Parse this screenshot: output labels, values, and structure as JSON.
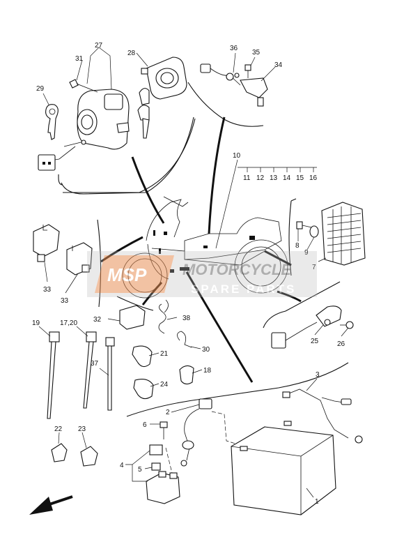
{
  "callouts": [
    {
      "id": "c27",
      "text": "27"
    },
    {
      "id": "c28",
      "text": "28"
    },
    {
      "id": "c31",
      "text": "31"
    },
    {
      "id": "c29",
      "text": "29"
    },
    {
      "id": "c36",
      "text": "36"
    },
    {
      "id": "c35",
      "text": "35"
    },
    {
      "id": "c34",
      "text": "34"
    },
    {
      "id": "c10",
      "text": "10"
    },
    {
      "id": "c11",
      "text": "11"
    },
    {
      "id": "c12",
      "text": "12"
    },
    {
      "id": "c13",
      "text": "13"
    },
    {
      "id": "c14",
      "text": "14"
    },
    {
      "id": "c15",
      "text": "15"
    },
    {
      "id": "c16",
      "text": "16"
    },
    {
      "id": "c8",
      "text": "8"
    },
    {
      "id": "c9",
      "text": "9"
    },
    {
      "id": "c7",
      "text": "7"
    },
    {
      "id": "c33a",
      "text": "33"
    },
    {
      "id": "c33b",
      "text": "33"
    },
    {
      "id": "c32",
      "text": "32"
    },
    {
      "id": "c38",
      "text": "38"
    },
    {
      "id": "c19",
      "text": "19"
    },
    {
      "id": "c1720",
      "text": "17,20"
    },
    {
      "id": "c37",
      "text": "37"
    },
    {
      "id": "c21",
      "text": "21"
    },
    {
      "id": "c30",
      "text": "30"
    },
    {
      "id": "c18",
      "text": "18"
    },
    {
      "id": "c24",
      "text": "24"
    },
    {
      "id": "c25",
      "text": "25"
    },
    {
      "id": "c26",
      "text": "26"
    },
    {
      "id": "c3",
      "text": "3"
    },
    {
      "id": "c2",
      "text": "2"
    },
    {
      "id": "c6",
      "text": "6"
    },
    {
      "id": "c4",
      "text": "4"
    },
    {
      "id": "c5",
      "text": "5"
    },
    {
      "id": "c22",
      "text": "22"
    },
    {
      "id": "c23",
      "text": "23"
    },
    {
      "id": "c1",
      "text": "1"
    }
  ],
  "watermark": {
    "logo": "MSP",
    "line1": "MOTORCYCLE",
    "line2": "SPARE PARTS",
    "orange": "#e8884a",
    "gray": "#8a8a8a"
  },
  "icons": {
    "front_arrow": "front-direction-arrow-icon"
  }
}
